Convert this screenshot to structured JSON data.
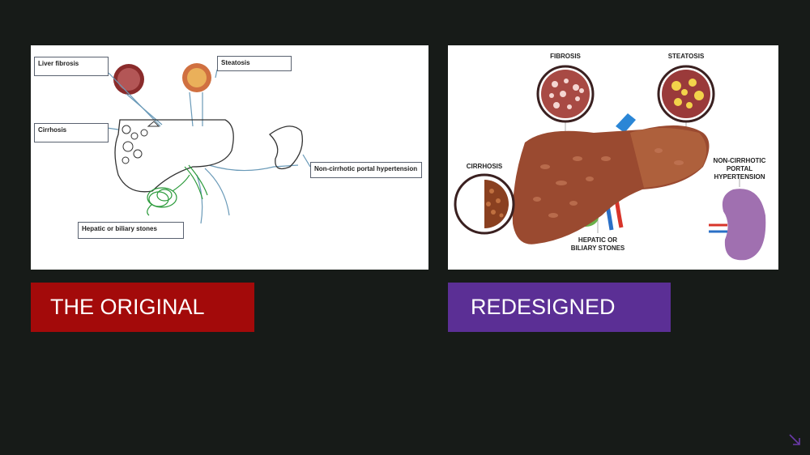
{
  "original": {
    "banner": "THE ORIGINAL",
    "labels": {
      "liver_fibrosis": "Liver fibrosis",
      "steatosis": "Steatosis",
      "cirrhosis": "Cirrhosis",
      "portal_hypertension": "Non-cirrhotic portal hypertension",
      "stones": "Hepatic or biliary stones"
    }
  },
  "redesigned": {
    "banner": "REDESIGNED",
    "labels": {
      "fibrosis": "FIBROSIS",
      "steatosis": "STEATOSIS",
      "cirrhosis": "CIRRHOSIS",
      "portal_hypertension_line1": "NON-CIRRHOTIC",
      "portal_hypertension_line2": "PORTAL HYPERTENSION",
      "stones_line1": "HEPATIC OR",
      "stones_line2": "BILIARY STONES"
    }
  },
  "colors": {
    "original_banner": "#a30a0a",
    "redesigned_banner": "#5b2f95",
    "background": "#171b18"
  },
  "icons": {
    "corner": "arrow-down-right-icon"
  }
}
